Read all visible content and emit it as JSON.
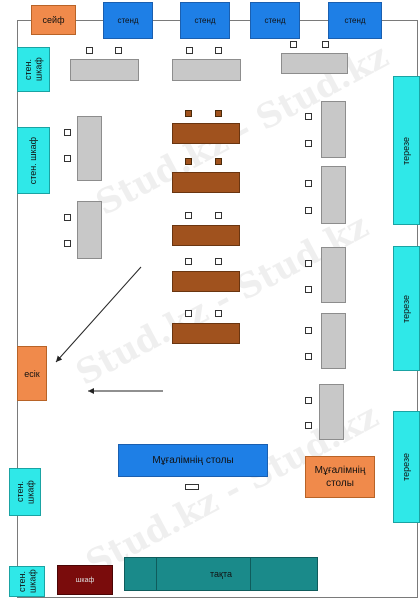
{
  "furniture": {
    "safe": "сейф",
    "stand_1": "стенд",
    "stand_2": "стенд",
    "stand_3": "стенд",
    "stand_4": "стенд",
    "wall_cabinet_1": "стен. шкаф",
    "wall_cabinet_2": "стен. шкаф",
    "wall_cabinet_3": "стен. шкаф",
    "wall_cabinet_4": "стен. шкаф",
    "window_1": "терезе",
    "window_2": "терезе",
    "window_3": "терезе",
    "door": "есік",
    "teacher_desk_main": "Мұғалімнің столы",
    "teacher_desk_side": "Мұғалімнің столы",
    "board": "тақта",
    "small_cabinet": "шкаф"
  },
  "watermark": "Stud.kz - Stud.kz",
  "colors": {
    "stand": "#1e7fe6",
    "cabinet": "#2fe8e8",
    "window": "#2fe8e8",
    "orange": "#f08a4b",
    "gray_desk": "#c8c8c8",
    "brown_desk": "#a0521e",
    "board": "#1a8a8a",
    "small_cabinet": "#7a0c0c"
  }
}
